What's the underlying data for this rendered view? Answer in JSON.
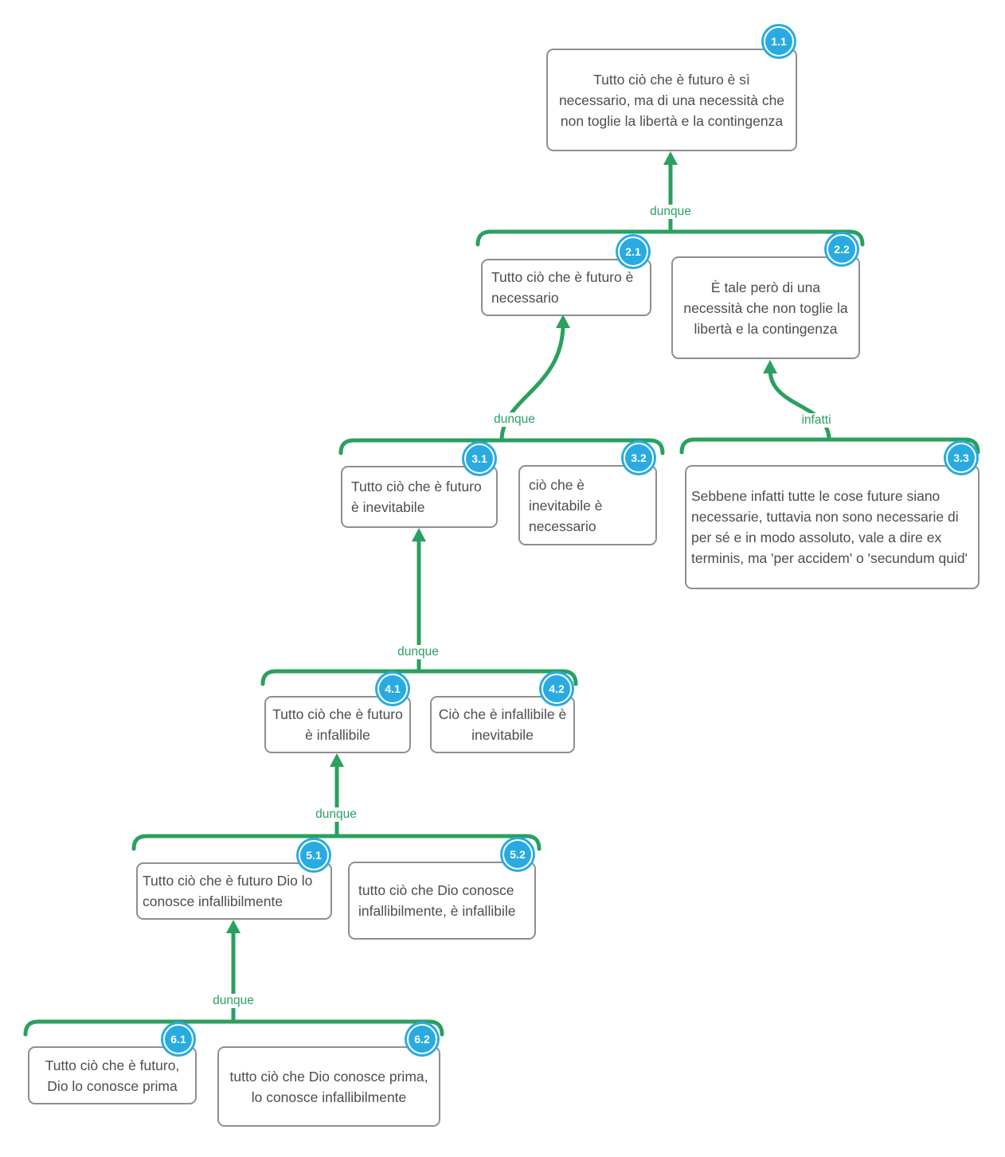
{
  "colors": {
    "connector_green": "#2aa05f",
    "badge_blue": "#29abe2",
    "box_border_gray": "#8f8f8f",
    "text_gray": "#4d4d4d",
    "background": "#ffffff"
  },
  "nodes": [
    {
      "id": "1.1",
      "text": "Tutto ciò che è futuro è sì necessario, ma di una necessità che non toglie la libertà e la contingenza"
    },
    {
      "id": "2.1",
      "text": "Tutto ciò che è futuro è necessario"
    },
    {
      "id": "2.2",
      "text": "È tale però di una necessità che non toglie la libertà e la contingenza"
    },
    {
      "id": "3.1",
      "text": "Tutto ciò che è futuro è inevitabile"
    },
    {
      "id": "3.2",
      "text": "ciò che è inevitabile è necessario"
    },
    {
      "id": "3.3",
      "text": "Sebbene infatti tutte le cose future siano necessarie, tuttavia non sono necessarie di per sé e in modo assoluto, vale a dire ex terminis, ma 'per accidem' o 'secundum quid'"
    },
    {
      "id": "4.1",
      "text": "Tutto ciò che è futuro è infallibile"
    },
    {
      "id": "4.2",
      "text": "Ciò che è infallibile è inevitabile"
    },
    {
      "id": "5.1",
      "text": "Tutto ciò che è futuro Dio lo conosce infallibilmente"
    },
    {
      "id": "5.2",
      "text": "tutto ciò che Dio conosce infallibilmente, è infallibile"
    },
    {
      "id": "6.1",
      "text": "Tutto ciò che è futuro, Dio lo conosce prima"
    },
    {
      "id": "6.2",
      "text": "tutto ciò che Dio conosce prima, lo conosce infallibilmente"
    }
  ],
  "connectors": [
    {
      "label": "dunque",
      "from": "2.1 + 2.2",
      "to": "1.1"
    },
    {
      "label": "dunque",
      "from": "3.1 + 3.2",
      "to": "2.1"
    },
    {
      "label": "infatti",
      "from": "3.3",
      "to": "2.2"
    },
    {
      "label": "dunque",
      "from": "4.1 + 4.2",
      "to": "3.1"
    },
    {
      "label": "dunque",
      "from": "5.1 + 5.2",
      "to": "4.1"
    },
    {
      "label": "dunque",
      "from": "6.1 + 6.2",
      "to": "5.1"
    }
  ]
}
